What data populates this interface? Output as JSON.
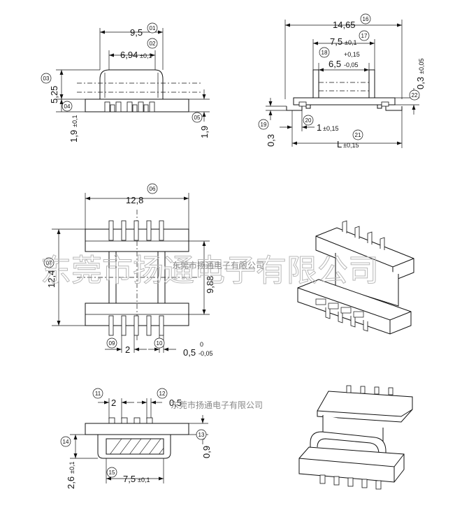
{
  "watermark": {
    "company_large": "东莞市扬通电子有限公司",
    "company_small": "东莞市扬通电子有限公司"
  },
  "top_left_view": {
    "width_dim": "9,5",
    "width_ref": "01",
    "inner_dim": "6,94",
    "inner_tol": "±0,1",
    "inner_ref": "02",
    "height_ref": "03",
    "height_dim": "5,25",
    "base_ref": "04",
    "base_dim": "1,9",
    "base_tol": "±0,1",
    "right_ref": "05",
    "right_dim": "1,9"
  },
  "top_right_view": {
    "overall_dim": "14,65",
    "overall_ref": "16",
    "span_dim": "7,5",
    "span_tol": "±0,1",
    "span_ref": "17",
    "core_ref": "18",
    "core_tol_upper": "+0,15",
    "core_dim": "6,5",
    "core_tol_lower": "-0,05",
    "gap_dim": "0,3",
    "gap_tol": "±0,05",
    "gap_ref": "22",
    "lead_ref": "19",
    "lead_dim": "0,3",
    "offset_ref": "20",
    "offset_dim": "1",
    "offset_tol": "±0,15",
    "length_ref": "21",
    "length_dim": "L",
    "length_tol": "±0,15"
  },
  "middle_left_view": {
    "width_dim": "12,8",
    "width_ref": "06",
    "height_ref": "07",
    "height_dim": "12,4",
    "inner_height_dim": "9,88",
    "pitch_ref": "09",
    "pitch_dim": "2",
    "pin_ref": "10",
    "pin_dim": "0,5",
    "pin_tol_upper": "0",
    "pin_tol_lower": "-0,05"
  },
  "bottom_left_view": {
    "pitch_ref": "11",
    "pitch_dim": "2",
    "pin_ref": "12",
    "pin_dim": "0,5",
    "base_ref": "13",
    "base_dim": "0,9",
    "height_ref": "14",
    "height_dim": "2,6",
    "height_tol": "±0,1",
    "width_ref": "15",
    "width_dim": "7,5",
    "width_tol": "±0,1"
  }
}
